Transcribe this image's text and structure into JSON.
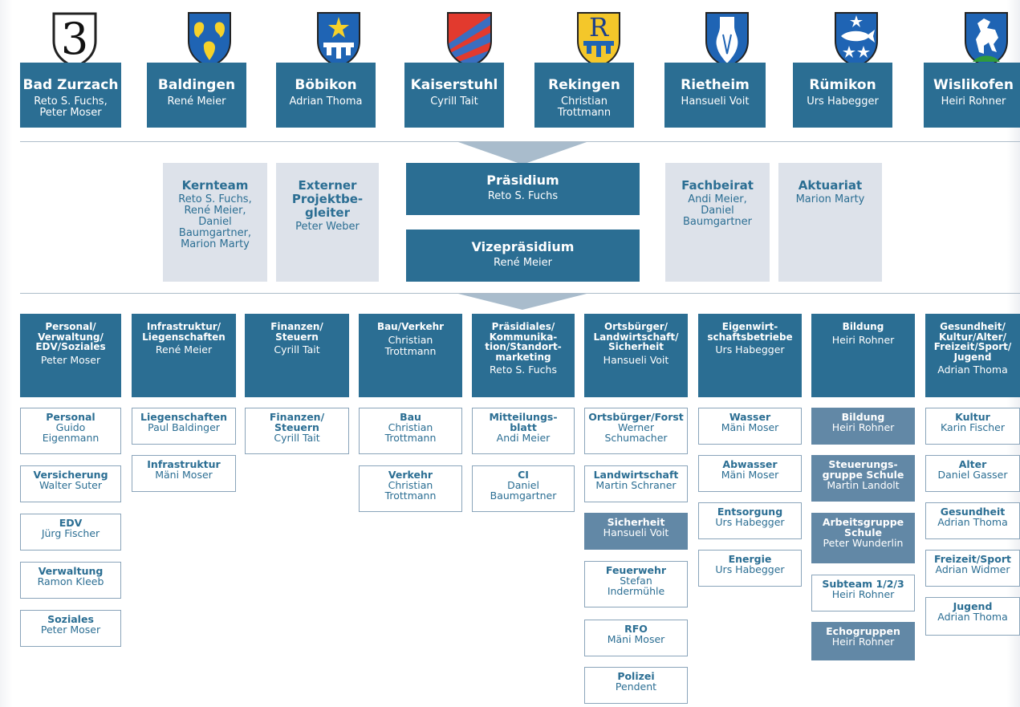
{
  "municipalities": [
    {
      "name": "Bad Zurzach",
      "people": "Reto S. Fuchs,\nPeter Moser",
      "crest": "bad-zurzach-crest-icon"
    },
    {
      "name": "Baldingen",
      "people": "René Meier",
      "crest": "baldingen-crest-icon"
    },
    {
      "name": "Böbikon",
      "people": "Adrian Thoma",
      "crest": "boebikon-crest-icon"
    },
    {
      "name": "Kaiserstuhl",
      "people": "Cyrill Tait",
      "crest": "kaiserstuhl-crest-icon"
    },
    {
      "name": "Rekingen",
      "people": "Christian\nTrottmann",
      "crest": "rekingen-crest-icon"
    },
    {
      "name": "Rietheim",
      "people": "Hansueli Voit",
      "crest": "rietheim-crest-icon"
    },
    {
      "name": "Rümikon",
      "people": "Urs Habegger",
      "crest": "ruemikon-crest-icon"
    },
    {
      "name": "Wislikofen",
      "people": "Heiri Rohner",
      "crest": "wislikofen-crest-icon"
    }
  ],
  "crest_letters": {
    "bad_zurzach": "3",
    "rekingen": "R"
  },
  "leadership": {
    "kernteam": {
      "title": "Kernteam",
      "people": "Reto S. Fuchs,\nRené Meier,\nDaniel\nBaumgartner,\nMarion Marty"
    },
    "extern": {
      "title": "Externer\nProjektbe-\ngleiter",
      "people": "Peter Weber"
    },
    "praesidium": {
      "title": "Präsidium",
      "people": "Reto S. Fuchs"
    },
    "vize": {
      "title": "Vizepräsidium",
      "people": "René Meier"
    },
    "fachbeirat": {
      "title": "Fachbeirat",
      "people": "Andi Meier,\nDaniel\nBaumgartner"
    },
    "aktuariat": {
      "title": "Aktuariat",
      "people": "Marion Marty"
    }
  },
  "departments": [
    {
      "title": "Personal/\nVerwaltung/\nEDV/Soziales",
      "people": "Peter Moser",
      "subs": [
        {
          "t": "Personal",
          "p": "Guido\nEigenmann"
        },
        {
          "t": "Versicherung",
          "p": "Walter Suter"
        },
        {
          "t": "EDV",
          "p": "Jürg Fischer"
        },
        {
          "t": "Verwaltung",
          "p": "Ramon Kleeb"
        },
        {
          "t": "Soziales",
          "p": "Peter Moser"
        }
      ]
    },
    {
      "title": "Infrastruktur/\nLiegenschaften",
      "people": "René Meier",
      "subs": [
        {
          "t": "Liegenschaften",
          "p": "Paul Baldinger"
        },
        {
          "t": "Infrastruktur",
          "p": "Mäni Moser"
        }
      ]
    },
    {
      "title": "Finanzen/\nSteuern",
      "people": "Cyrill Tait",
      "subs": [
        {
          "t": "Finanzen/\nSteuern",
          "p": "Cyrill Tait"
        }
      ]
    },
    {
      "title": "Bau/Verkehr",
      "people": "Christian\nTrottmann",
      "subs": [
        {
          "t": "Bau",
          "p": "Christian\nTrottmann"
        },
        {
          "t": "Verkehr",
          "p": "Christian\nTrottmann"
        }
      ]
    },
    {
      "title": "Präsidiales/\nKommunika-\ntion/Standort-\nmarketing",
      "people": "Reto S. Fuchs",
      "subs": [
        {
          "t": "Mitteilungs-\nblatt",
          "p": "Andi Meier"
        },
        {
          "t": "CI",
          "p": "Daniel\nBaumgartner"
        }
      ]
    },
    {
      "title": "Ortsbürger/\nLandwirtschaft/\nSicherheit",
      "people": "Hansueli Voit",
      "subs": [
        {
          "t": "Ortsbürger/Forst",
          "p": "Werner\nSchumacher"
        },
        {
          "t": "Landwirtschaft",
          "p": "Martin Schraner"
        },
        {
          "t": "Sicherheit",
          "p": "Hansueli Voit",
          "filled": true
        },
        {
          "t": "Feuerwehr",
          "p": "Stefan\nIndermühle"
        },
        {
          "t": "RFO",
          "p": "Mäni Moser"
        },
        {
          "t": "Polizei",
          "p": "Pendent"
        }
      ]
    },
    {
      "title": "Eigenwirt-\nschaftsbetriebe",
      "people": "Urs Habegger",
      "subs": [
        {
          "t": "Wasser",
          "p": "Mäni Moser"
        },
        {
          "t": "Abwasser",
          "p": "Mäni Moser"
        },
        {
          "t": "Entsorgung",
          "p": "Urs Habegger"
        },
        {
          "t": "Energie",
          "p": "Urs Habegger"
        }
      ]
    },
    {
      "title": "Bildung",
      "people": "Heiri Rohner",
      "subs": [
        {
          "t": "Bildung",
          "p": "Heiri Rohner",
          "filled": true
        },
        {
          "t": "Steuerungs-\ngruppe Schule",
          "p": "Martin Landolt",
          "filled": true
        },
        {
          "t": "Arbeitsgruppe\nSchule",
          "p": "Peter Wunderlin",
          "filled": true
        },
        {
          "t": "Subteam 1/2/3",
          "p": "Heiri Rohner"
        },
        {
          "t": "Echogruppen",
          "p": "Heiri Rohner",
          "filled": true
        }
      ]
    },
    {
      "title": "Gesundheit/\nKultur/Alter/\nFreizeit/Sport/\nJugend",
      "people": "Adrian Thoma",
      "subs": [
        {
          "t": "Kultur",
          "p": "Karin Fischer"
        },
        {
          "t": "Alter",
          "p": "Daniel Gasser"
        },
        {
          "t": "Gesundheit",
          "p": "Adrian Thoma"
        },
        {
          "t": "Freizeit/Sport",
          "p": "Adrian Widmer"
        },
        {
          "t": "Jugend",
          "p": "Adrian Thoma"
        }
      ]
    }
  ],
  "colors": {
    "primary": "#2b6e93",
    "light_gray": "#dde2ea",
    "sub_filled": "#6288a6",
    "sub_border": "#8aa4ba",
    "arrow": "#a9bccc"
  }
}
